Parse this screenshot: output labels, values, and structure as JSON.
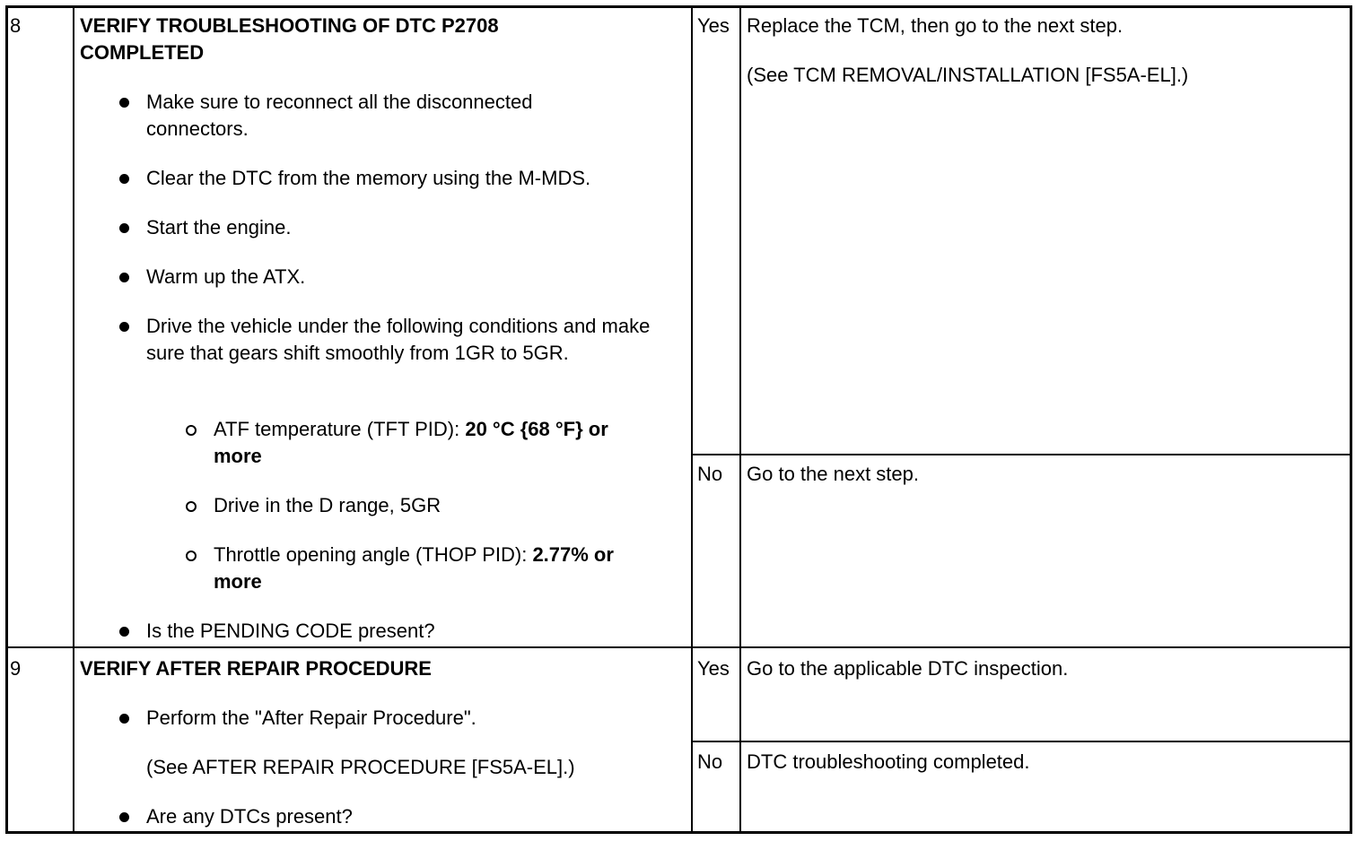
{
  "rows": [
    {
      "step": "8",
      "title_line1": "VERIFY TROUBLESHOOTING OF DTC P2708",
      "title_line2": "COMPLETED",
      "bullets": {
        "b1": "Make sure to reconnect all the disconnected connectors.",
        "b2": "Clear the DTC from the memory using the M-MDS.",
        "b3": "Start the engine.",
        "b4": "Warm up the ATX.",
        "b5": "Drive the vehicle under the following conditions and make sure that gears shift smoothly from 1GR to 5GR.",
        "b6": "Is the PENDING CODE present?"
      },
      "conditions": {
        "c1_label": "ATF temperature (TFT PID): ",
        "c1_value": "20 °C {68 °F} or more",
        "c2_label": "Drive in the D range, 5GR",
        "c3_label": "Throttle opening angle (THOP PID): ",
        "c3_value": "2.77% or more"
      },
      "yes_label": "Yes",
      "yes_action": "Replace the TCM, then go to the next step.",
      "yes_ref": "(See TCM REMOVAL/INSTALLATION [FS5A-EL].)",
      "no_label": "No",
      "no_action": "Go to the next step."
    },
    {
      "step": "9",
      "title": "VERIFY AFTER REPAIR PROCEDURE",
      "bullets": {
        "b1": "Perform the \"After Repair Procedure\".",
        "ref": "(See AFTER REPAIR PROCEDURE [FS5A-EL].)",
        "b2": "Are any DTCs present?"
      },
      "yes_label": "Yes",
      "yes_action": "Go to the applicable DTC inspection.",
      "no_label": "No",
      "no_action": "DTC troubleshooting completed."
    }
  ]
}
